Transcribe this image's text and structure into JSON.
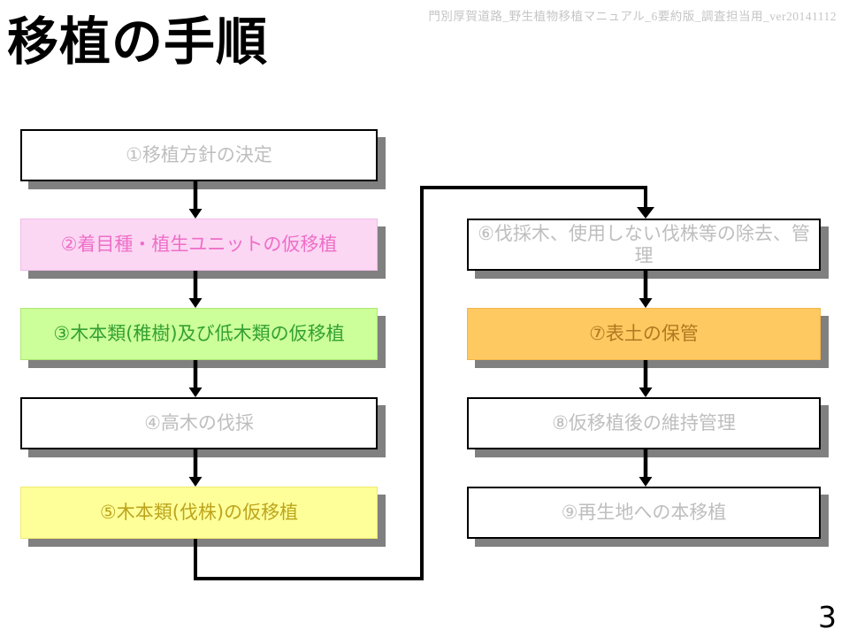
{
  "header": {
    "text": "門別厚賀道路_野生植物移植マニュアル_6要約版_調査担当用_ver20141112",
    "text_color": "#c5c5c5"
  },
  "title": "移植の手順",
  "page_number": "3",
  "flowchart": {
    "steps": [
      {
        "id": 1,
        "label": "①移植方針の決定",
        "fill": "#ffffff",
        "text_color": "#bebebe"
      },
      {
        "id": 2,
        "label": "②着目種・植生ユニットの仮移植",
        "fill": "#fbd7f3",
        "text_color": "#ee6ec8"
      },
      {
        "id": 3,
        "label": "③木本類(稚樹)及び低木類の仮移植",
        "fill": "#ccff99",
        "text_color": "#33a033"
      },
      {
        "id": 4,
        "label": "④高木の伐採",
        "fill": "#ffffff",
        "text_color": "#bebebe"
      },
      {
        "id": 5,
        "label": "⑤木本類(伐株)の仮移植",
        "fill": "#ffff99",
        "text_color": "#bca41d"
      },
      {
        "id": 6,
        "label": "⑥伐採木、使用しない伐株等の除去、管理",
        "fill": "#ffffff",
        "text_color": "#bebebe"
      },
      {
        "id": 7,
        "label": "⑦表土の保管",
        "fill": "#ffc961",
        "text_color": "#b07820"
      },
      {
        "id": 8,
        "label": "⑧仮移植後の維持管理",
        "fill": "#ffffff",
        "text_color": "#bebebe"
      },
      {
        "id": 9,
        "label": "⑨再生地への本移植",
        "fill": "#ffffff",
        "text_color": "#bebebe"
      }
    ],
    "shadow_color": "#808080",
    "connector_color": "#000000"
  }
}
